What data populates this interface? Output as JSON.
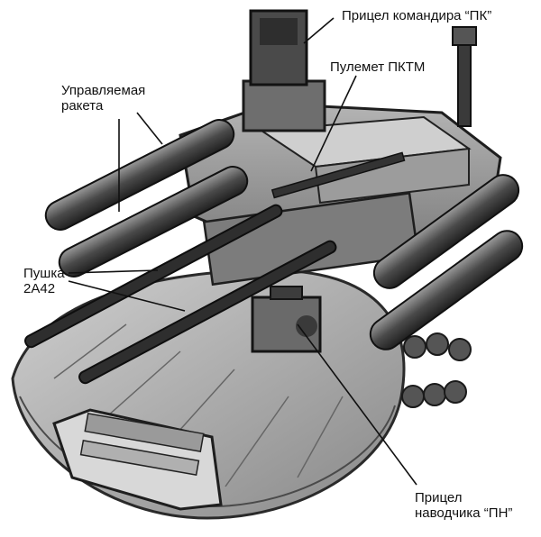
{
  "colors": {
    "background": "#ffffff",
    "ink": "#111111",
    "metal_dark": "#3a3a3a",
    "metal_mid": "#8a8a8a",
    "metal_light": "#c8c8c8"
  },
  "labels": {
    "commander_sight": "Прицел командира “ПК”",
    "machine_gun": "Пулемет ПКТМ",
    "guided_missile": [
      "Управляемая",
      "ракета"
    ],
    "cannon": [
      "Пушка",
      "2А42"
    ],
    "gunner_sight": [
      "Прицел",
      "наводчика “ПН”"
    ]
  }
}
